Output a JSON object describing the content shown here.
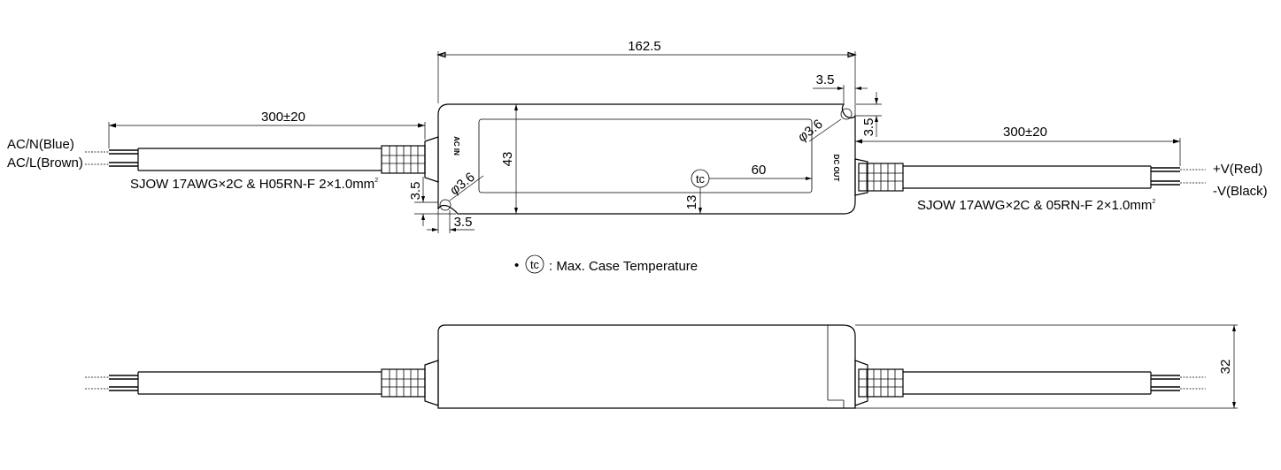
{
  "top_view": {
    "overall_length": "162.5",
    "input_lead_length": "300±20",
    "output_lead_length": "300±20",
    "corner_offset_top": "3.5",
    "corner_offset_side": "3.5",
    "corner_offset_left_v": "3.5",
    "corner_offset_left_h": "3.5",
    "hole_top_right": "3.6",
    "hole_bottom_left": "3.6",
    "diameter_symbol": "φ",
    "width": "43",
    "tc_offset_x": "60",
    "tc_offset_y": "13",
    "tc_symbol": "tc",
    "input_marking": "AC IN",
    "output_marking": "DC OUT",
    "input_wire_1": "AC/N(Blue)",
    "input_wire_2": "AC/L(Brown)",
    "output_wire_1": "+V(Red)",
    "output_wire_2": "-V(Black)",
    "input_cable_spec": "SJOW 17AWG×2C & H05RN-F 2×1.0mm",
    "input_cable_spec_sup": "2",
    "output_cable_spec": "SJOW 17AWG×2C &  05RN-F 2×1.0mm",
    "output_cable_spec_sup": "2"
  },
  "legend": {
    "bullet": "•",
    "symbol": "tc",
    "text": ": Max. Case Temperature"
  },
  "side_view": {
    "height": "32"
  }
}
